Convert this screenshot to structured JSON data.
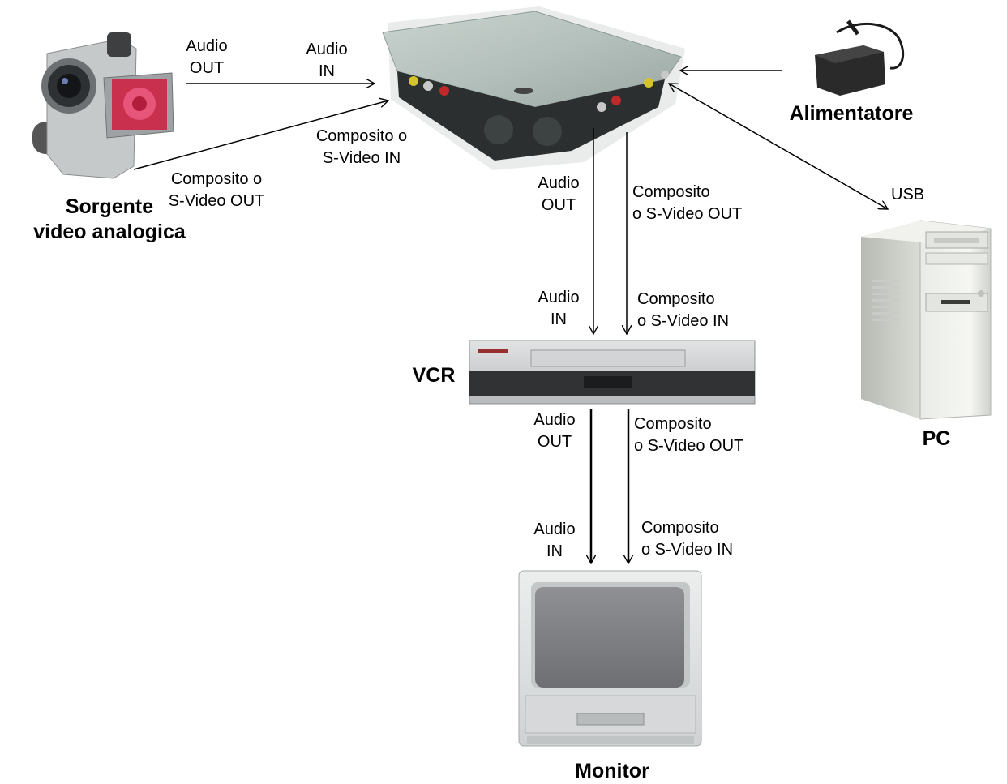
{
  "devices": {
    "camera_title_line1": "Sorgente",
    "camera_title_line2": "video analogica",
    "power_title": "Alimentatore",
    "vcr_title": "VCR",
    "pc_title": "PC",
    "monitor_title": "Monitor"
  },
  "labels": {
    "cam_audio_out_1": "Audio",
    "cam_audio_out_2": "OUT",
    "box_audio_in_1": "Audio",
    "box_audio_in_2": "IN",
    "box_video_in_1": "Composito o",
    "box_video_in_2": "S-Video IN",
    "cam_video_out_1": "Composito o",
    "cam_video_out_2": "S-Video OUT",
    "box_audio_out_1": "Audio",
    "box_audio_out_2": "OUT",
    "box_video_out_1": "Composito",
    "box_video_out_2": "o S-Video OUT",
    "usb": "USB",
    "vcr_audio_in_1": "Audio",
    "vcr_audio_in_2": "IN",
    "vcr_video_in_1": "Composito",
    "vcr_video_in_2": "o S-Video IN",
    "vcr_audio_out_1": "Audio",
    "vcr_audio_out_2": "OUT",
    "vcr_video_out_1": "Composito",
    "vcr_video_out_2": "o S-Video OUT",
    "mon_audio_in_1": "Audio",
    "mon_audio_in_2": "IN",
    "mon_video_in_1": "Composito",
    "mon_video_in_2": "o S-Video IN"
  }
}
